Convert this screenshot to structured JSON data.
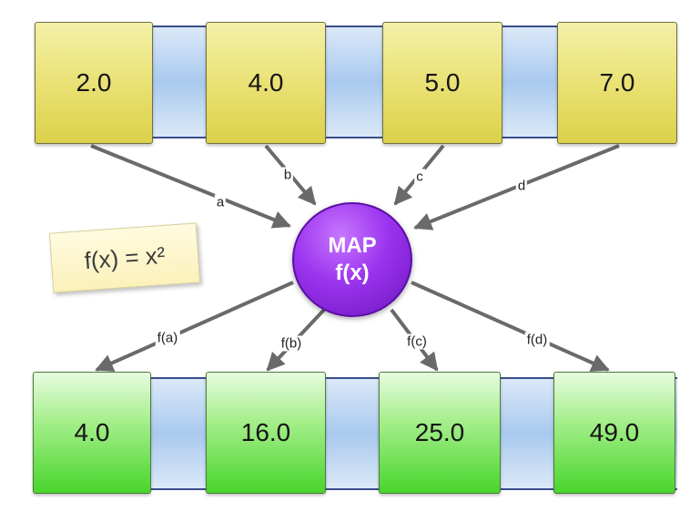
{
  "inputs": [
    "2.0",
    "4.0",
    "5.0",
    "7.0"
  ],
  "outputs": [
    "4.0",
    "16.0",
    "25.0",
    "49.0"
  ],
  "map_node": {
    "line1": "MAP",
    "line2": "f(x)"
  },
  "function_note": "f(x) = x²",
  "input_labels": [
    "a",
    "b",
    "c",
    "d"
  ],
  "output_labels": [
    "f(a)",
    "f(b)",
    "f(c)",
    "f(d)"
  ],
  "colors": {
    "input_cell": "#ebe37a",
    "output_cell": "#6be04d",
    "map_node": "#9b34ee",
    "strip": "#a9c9ee",
    "arrow": "#6a6a6a"
  }
}
